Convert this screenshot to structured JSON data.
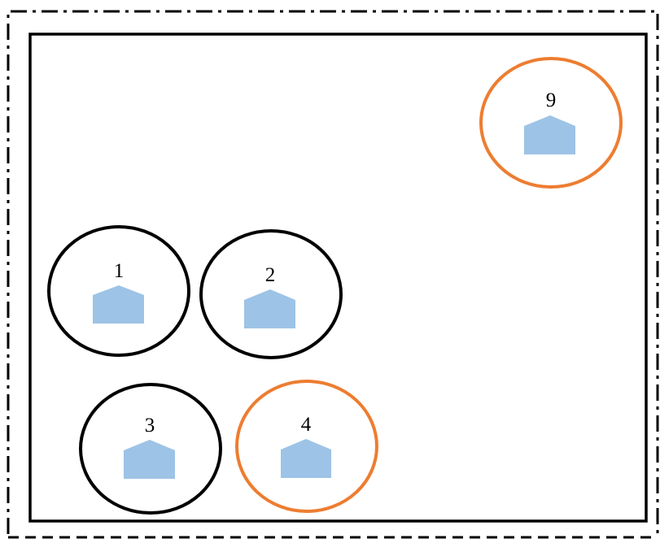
{
  "colors": {
    "outer_border": "#000000",
    "inner_border": "#000000",
    "house_fill": "#9DC3E6",
    "circle_default": "#000000",
    "circle_highlight": "#ED7D31",
    "label_text": "#000000"
  },
  "nodes": [
    {
      "label": "1",
      "highlighted": false,
      "icon": "house-icon"
    },
    {
      "label": "2",
      "highlighted": false,
      "icon": "house-icon"
    },
    {
      "label": "3",
      "highlighted": false,
      "icon": "house-icon"
    },
    {
      "label": "4",
      "highlighted": true,
      "icon": "house-icon"
    },
    {
      "label": "9",
      "highlighted": true,
      "icon": "house-icon"
    }
  ]
}
